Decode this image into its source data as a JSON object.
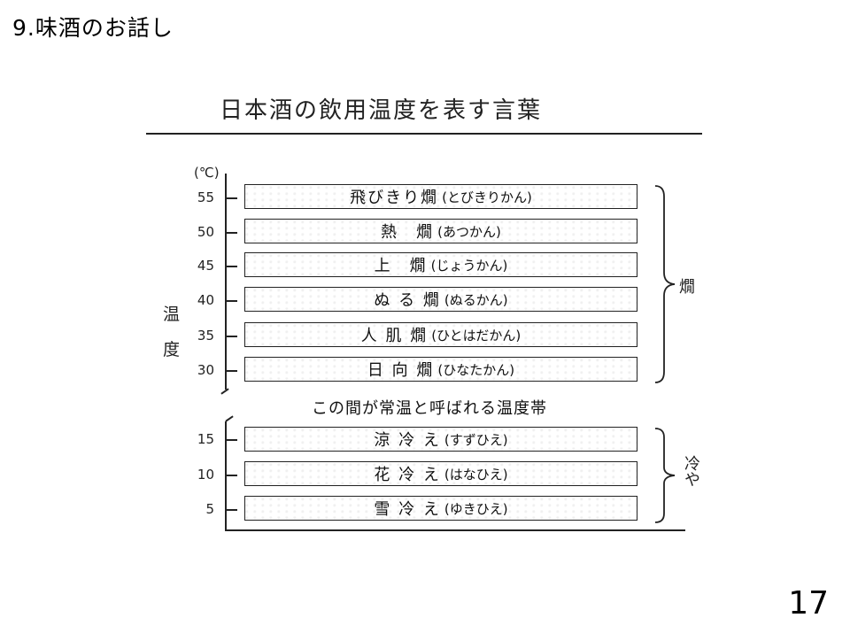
{
  "slide": {
    "title": "9.味酒のお話し",
    "page_number": "17"
  },
  "figure": {
    "title": "日本酒の飲用温度を表す言葉",
    "unit": "(℃)",
    "axis_label_chars": [
      "温",
      "度"
    ],
    "middle_note": "この間が常温と呼ばれる温度帯",
    "warm_group": {
      "label": "燗",
      "bands": [
        {
          "temp": "55",
          "name": "飛びきり燗",
          "reading": "(とびきりかん)"
        },
        {
          "temp": "50",
          "name": "熱　燗",
          "reading": "(あつかん)"
        },
        {
          "temp": "45",
          "name": "上　燗",
          "reading": "(じょうかん)"
        },
        {
          "temp": "40",
          "name": "ぬ る 燗",
          "reading": "(ぬるかん)"
        },
        {
          "temp": "35",
          "name": "人 肌 燗",
          "reading": "(ひとはだかん)"
        },
        {
          "temp": "30",
          "name": "日 向 燗",
          "reading": "(ひなたかん)"
        }
      ]
    },
    "cold_group": {
      "label": "冷や",
      "bands": [
        {
          "temp": "15",
          "name": "涼 冷 え",
          "reading": "(すずひえ)"
        },
        {
          "temp": "10",
          "name": "花 冷 え",
          "reading": "(はなひえ)"
        },
        {
          "temp": "5",
          "name": "雪 冷 え",
          "reading": "(ゆきひえ)"
        }
      ]
    }
  }
}
